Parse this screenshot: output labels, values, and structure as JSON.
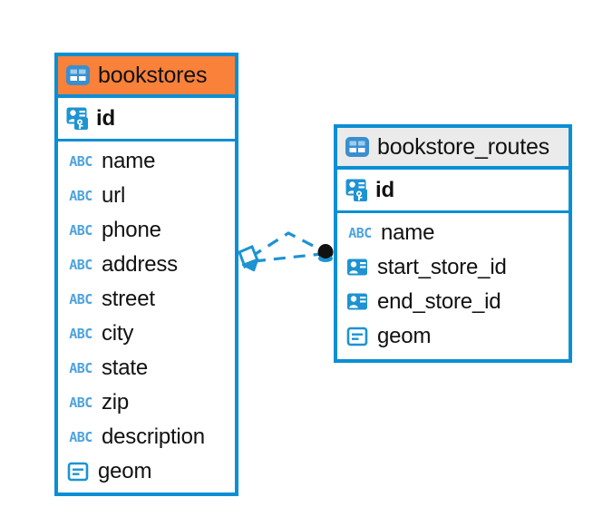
{
  "diagram": {
    "type": "entity-relationship-diagram",
    "background_color": "#ffffff",
    "accent_color": "#0b8fd4",
    "entities": [
      {
        "name": "bookstores",
        "header_color": "#f9813a",
        "table_icon": "table-icon",
        "primary_key": {
          "label": "id",
          "icon": "primary-key-icon"
        },
        "fields": [
          {
            "label": "name",
            "icon": "text-field-icon"
          },
          {
            "label": "url",
            "icon": "text-field-icon"
          },
          {
            "label": "phone",
            "icon": "text-field-icon"
          },
          {
            "label": "address",
            "icon": "text-field-icon"
          },
          {
            "label": "street",
            "icon": "text-field-icon"
          },
          {
            "label": "city",
            "icon": "text-field-icon"
          },
          {
            "label": "state",
            "icon": "text-field-icon"
          },
          {
            "label": "zip",
            "icon": "text-field-icon"
          },
          {
            "label": "description",
            "icon": "text-field-icon"
          },
          {
            "label": "geom",
            "icon": "geometry-field-icon"
          }
        ]
      },
      {
        "name": "bookstore_routes",
        "header_color": "#ebebeb",
        "table_icon": "table-icon",
        "primary_key": {
          "label": "id",
          "icon": "primary-key-icon"
        },
        "fields": [
          {
            "label": "name",
            "icon": "text-field-icon"
          },
          {
            "label": "start_store_id",
            "icon": "foreign-key-icon"
          },
          {
            "label": "end_store_id",
            "icon": "foreign-key-icon"
          },
          {
            "label": "geom",
            "icon": "geometry-field-icon"
          }
        ]
      }
    ],
    "relationship": {
      "style": "dashed",
      "color": "#1d93d2",
      "source_endpoint": "diamond-endpoint",
      "target_endpoint": "filled-circle-endpoint",
      "line_count": 2
    }
  }
}
